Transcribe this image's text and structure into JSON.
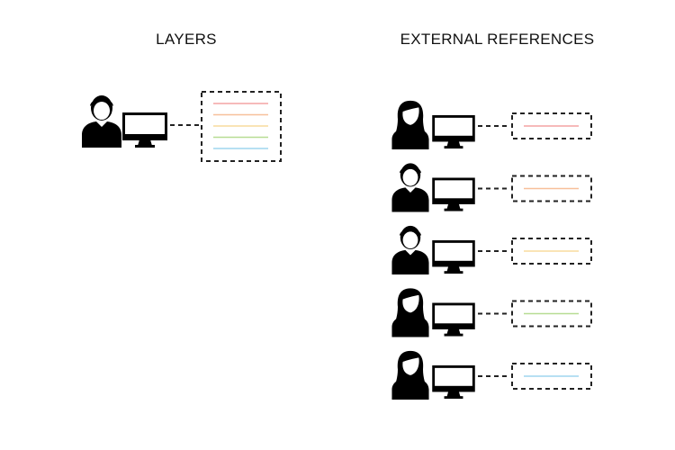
{
  "layers_title": "LAYERS",
  "external_title": "EXTERNAL REFERENCES",
  "colors": {
    "red": "#f3a3a3",
    "orange": "#f7c09a",
    "yellow": "#f8dc9e",
    "green": "#b7dd93",
    "blue": "#9fd6ef"
  },
  "layers_file": {
    "user": "man-icon",
    "lines": [
      "red",
      "orange",
      "yellow",
      "green",
      "blue"
    ]
  },
  "external_files": [
    {
      "user": "woman-icon",
      "line": "red"
    },
    {
      "user": "man-icon",
      "line": "orange"
    },
    {
      "user": "man-icon",
      "line": "yellow"
    },
    {
      "user": "woman-icon",
      "line": "green"
    },
    {
      "user": "woman-icon",
      "line": "blue"
    }
  ]
}
